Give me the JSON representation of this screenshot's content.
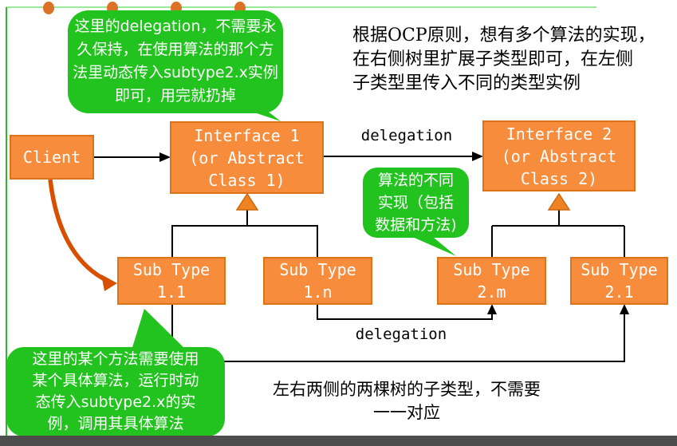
{
  "colors": {
    "box_fill": "#f68c3c",
    "box_border": "#db7418",
    "bubble_green": "#22c31e",
    "arrow_red": "#d94f00",
    "dot_orange": "#dc7226",
    "frame_green_vertical": "#2db82d",
    "frame_green_horizontal": "#9be89b",
    "connector_black": "#000000",
    "bottom_bar": "#4d4d4d"
  },
  "boxes": {
    "client": "Client",
    "interface1": "Interface 1\n(or Abstract\nClass 1)",
    "interface2": "Interface 2\n(or Abstract\nClass 2)",
    "subtype11": "Sub Type\n1.1",
    "subtype1n": "Sub Type\n1.n",
    "subtype2m": "Sub Type\n2.m",
    "subtype21": "Sub Type\n2.1"
  },
  "labels": {
    "delegation_top": "delegation",
    "delegation_bottom": "delegation"
  },
  "bubbles": {
    "top": "这里的delegation，不需要永\n久保持，在使用算法的那个方\n法里动态传入subtype2.x实例\n即可，用完就扔掉",
    "middle": "算法的不同\n实现（包括\n数据和方法)",
    "bottom": "这里的某个方法需要使用\n某个具体算法，运行时动\n态传入subtype2.x的实\n例，调用其具体算法"
  },
  "paragraphs": {
    "ocp": "根据OCP原则，想有多个算法的实现，\n在右侧树里扩展子类型即可，在左侧\n子类型里传入不同的类型实例",
    "correspondence": "左右两侧的两棵树的子类型，不需要\n一一对应"
  }
}
